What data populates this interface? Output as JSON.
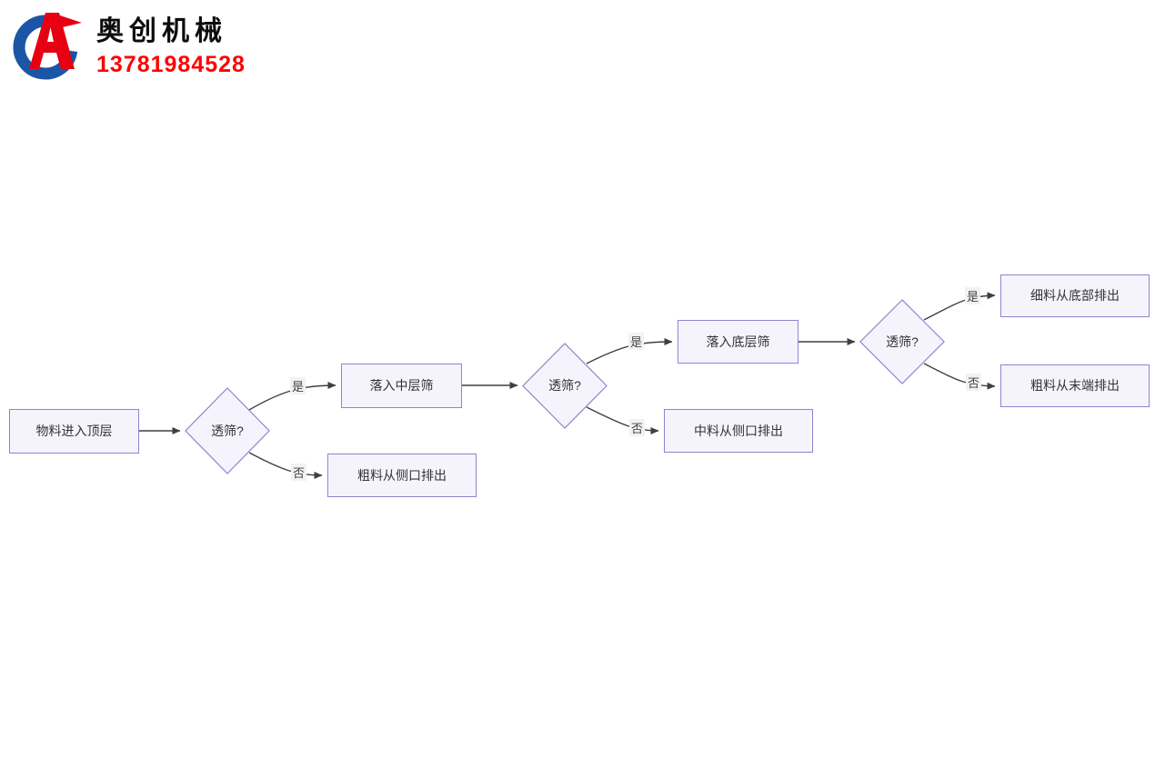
{
  "header": {
    "company_name": "奥创机械",
    "phone": "13781984528",
    "colors": {
      "brand_red": "#e60012",
      "brand_blue": "#1c55a5",
      "phone_color": "#fe0000"
    }
  },
  "flowchart": {
    "nodes": {
      "start": "物料进入顶层",
      "decision1": "透筛?",
      "mid_sieve": "落入中层筛",
      "coarse_side": "粗料从侧口排出",
      "decision2": "透筛?",
      "bottom_sieve": "落入底层筛",
      "medium_side": "中料从侧口排出",
      "decision3": "透筛?",
      "fine_bottom": "细料从底部排出",
      "coarse_end": "粗料从末端排出"
    },
    "edge_labels": {
      "yes1": "是",
      "no1": "否",
      "yes2": "是",
      "no2": "否",
      "yes3": "是",
      "no3": "否"
    },
    "colors": {
      "node_fill": "#f5f4fd",
      "node_border": "#8d84d0",
      "arrow": "#3f3f3f"
    }
  }
}
